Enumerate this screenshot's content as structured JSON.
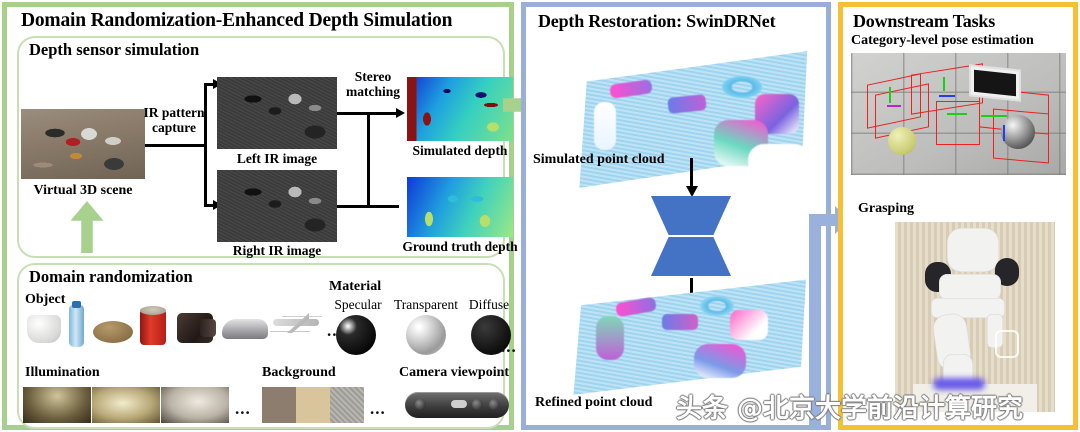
{
  "figure": {
    "watermark": "头条 @北京大学前沿计算研究"
  },
  "panels": {
    "simulation": {
      "title": "Domain Randomization-Enhanced Depth Simulation",
      "border_color": "#a8d08d",
      "sections": {
        "sensor": {
          "title": "Depth sensor simulation",
          "labels": {
            "scene": "Virtual 3D scene",
            "ir_capture": "IR pattern",
            "ir_capture2": "capture",
            "left_ir": "Left IR image",
            "right_ir": "Right IR image",
            "stereo": "Stereo",
            "stereo2": "matching",
            "sim_depth": "Simulated depth",
            "gt_depth": "Ground truth depth"
          }
        },
        "randomization": {
          "title": "Domain randomization",
          "groups": {
            "object": {
              "label": "Object",
              "items": [
                "mug",
                "bottle",
                "bowl",
                "can",
                "camera",
                "car",
                "airplane"
              ],
              "ellipsis": "..."
            },
            "material": {
              "label": "Material",
              "items": [
                "Specular",
                "Transparent",
                "Diffuse"
              ],
              "ellipsis": "..."
            },
            "illumination": {
              "label": "Illumination",
              "items": [
                "hdri-indoor-1",
                "hdri-hall-2",
                "hdri-corridor-3"
              ],
              "ellipsis": "..."
            },
            "background": {
              "label": "Background",
              "items": [
                "texture-brown",
                "texture-tan",
                "texture-concrete"
              ],
              "ellipsis": "..."
            },
            "camera": {
              "label": "Camera viewpoint",
              "items": [
                "rgbd-camera"
              ]
            }
          }
        }
      }
    },
    "restoration": {
      "title": "Depth Restoration: SwinDRNet",
      "border_color": "#9aafd8",
      "labels": {
        "simulated_point_cloud": "Simulated point cloud",
        "refined_point_cloud": "Refined point cloud",
        "network": "swindrnet-encoder-decoder"
      }
    },
    "downstream": {
      "title": "Downstream Tasks",
      "border_color": "#f5c033",
      "labels": {
        "pose": "Category-level pose estimation",
        "grasping": "Grasping"
      }
    }
  },
  "colors": {
    "green_border": "#a8d08d",
    "green_inner": "#c6e0b4",
    "green_arrow": "#a9d18e",
    "blue_border": "#9aafd8",
    "blue_arrow": "#9ab0dd",
    "network_blue": "#4472c4",
    "yellow_border": "#f5c033",
    "pose_box_red": "#ee2020"
  }
}
